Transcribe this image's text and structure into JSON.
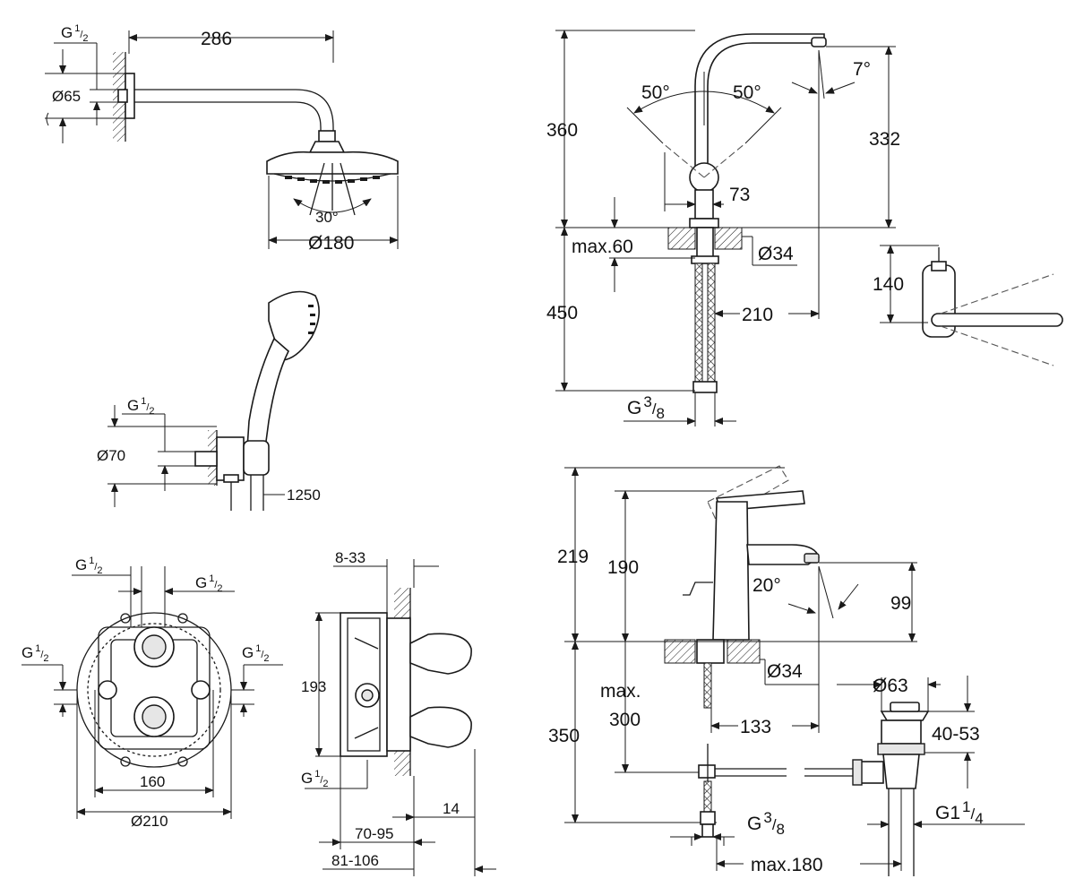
{
  "shower_arm": {
    "width_label": "286",
    "rosette_label": "Ø65",
    "thread_main": "G",
    "thread_num": "1",
    "thread_den": "2"
  },
  "head_shower": {
    "angle_label": "30°",
    "diameter_label": "Ø180"
  },
  "hand_shower": {
    "thread_main": "G",
    "thread_num": "1",
    "thread_den": "2",
    "diameter_label": "Ø70",
    "hose_label": "1250"
  },
  "thermostat_front": {
    "thread_main": "G",
    "thread_num": "1",
    "thread_den": "2",
    "center_width_label": "160",
    "diameter_label": "Ø210"
  },
  "thermostat_side": {
    "top_label": "8-33",
    "height_label": "193",
    "thread_main": "G",
    "thread_num": "1",
    "thread_den": "2",
    "depth_label": "14",
    "range_a_label": "70-95",
    "range_b_label": "81-106"
  },
  "kitchen_mixer": {
    "height_total_label": "360",
    "height_spout_label": "332",
    "angle_left_label": "50°",
    "angle_right_label": "50°",
    "tilt_label": "7°",
    "base_label": "73",
    "max_deck_label": "max.60",
    "hole_label": "Ø34",
    "hose_length_label": "450",
    "reach_label": "210",
    "thread_main": "G",
    "thread_num": "3",
    "thread_den": "8",
    "lever_label": "140"
  },
  "basin_mixer": {
    "height_total_label": "219",
    "height_body_label": "190",
    "angle_label": "20°",
    "spout_height_label": "99",
    "hole_label": "Ø34",
    "hose_length_label": "350",
    "max_label_1": "max.",
    "max_label_2": "300",
    "reach_label": "133",
    "thread_main": "G",
    "thread_num": "3",
    "thread_den": "8"
  },
  "waste": {
    "diameter_label": "Ø63",
    "height_label": "40-53",
    "thread_main": "G1",
    "thread_num": "1",
    "thread_den": "4",
    "max_label": "max.180"
  }
}
